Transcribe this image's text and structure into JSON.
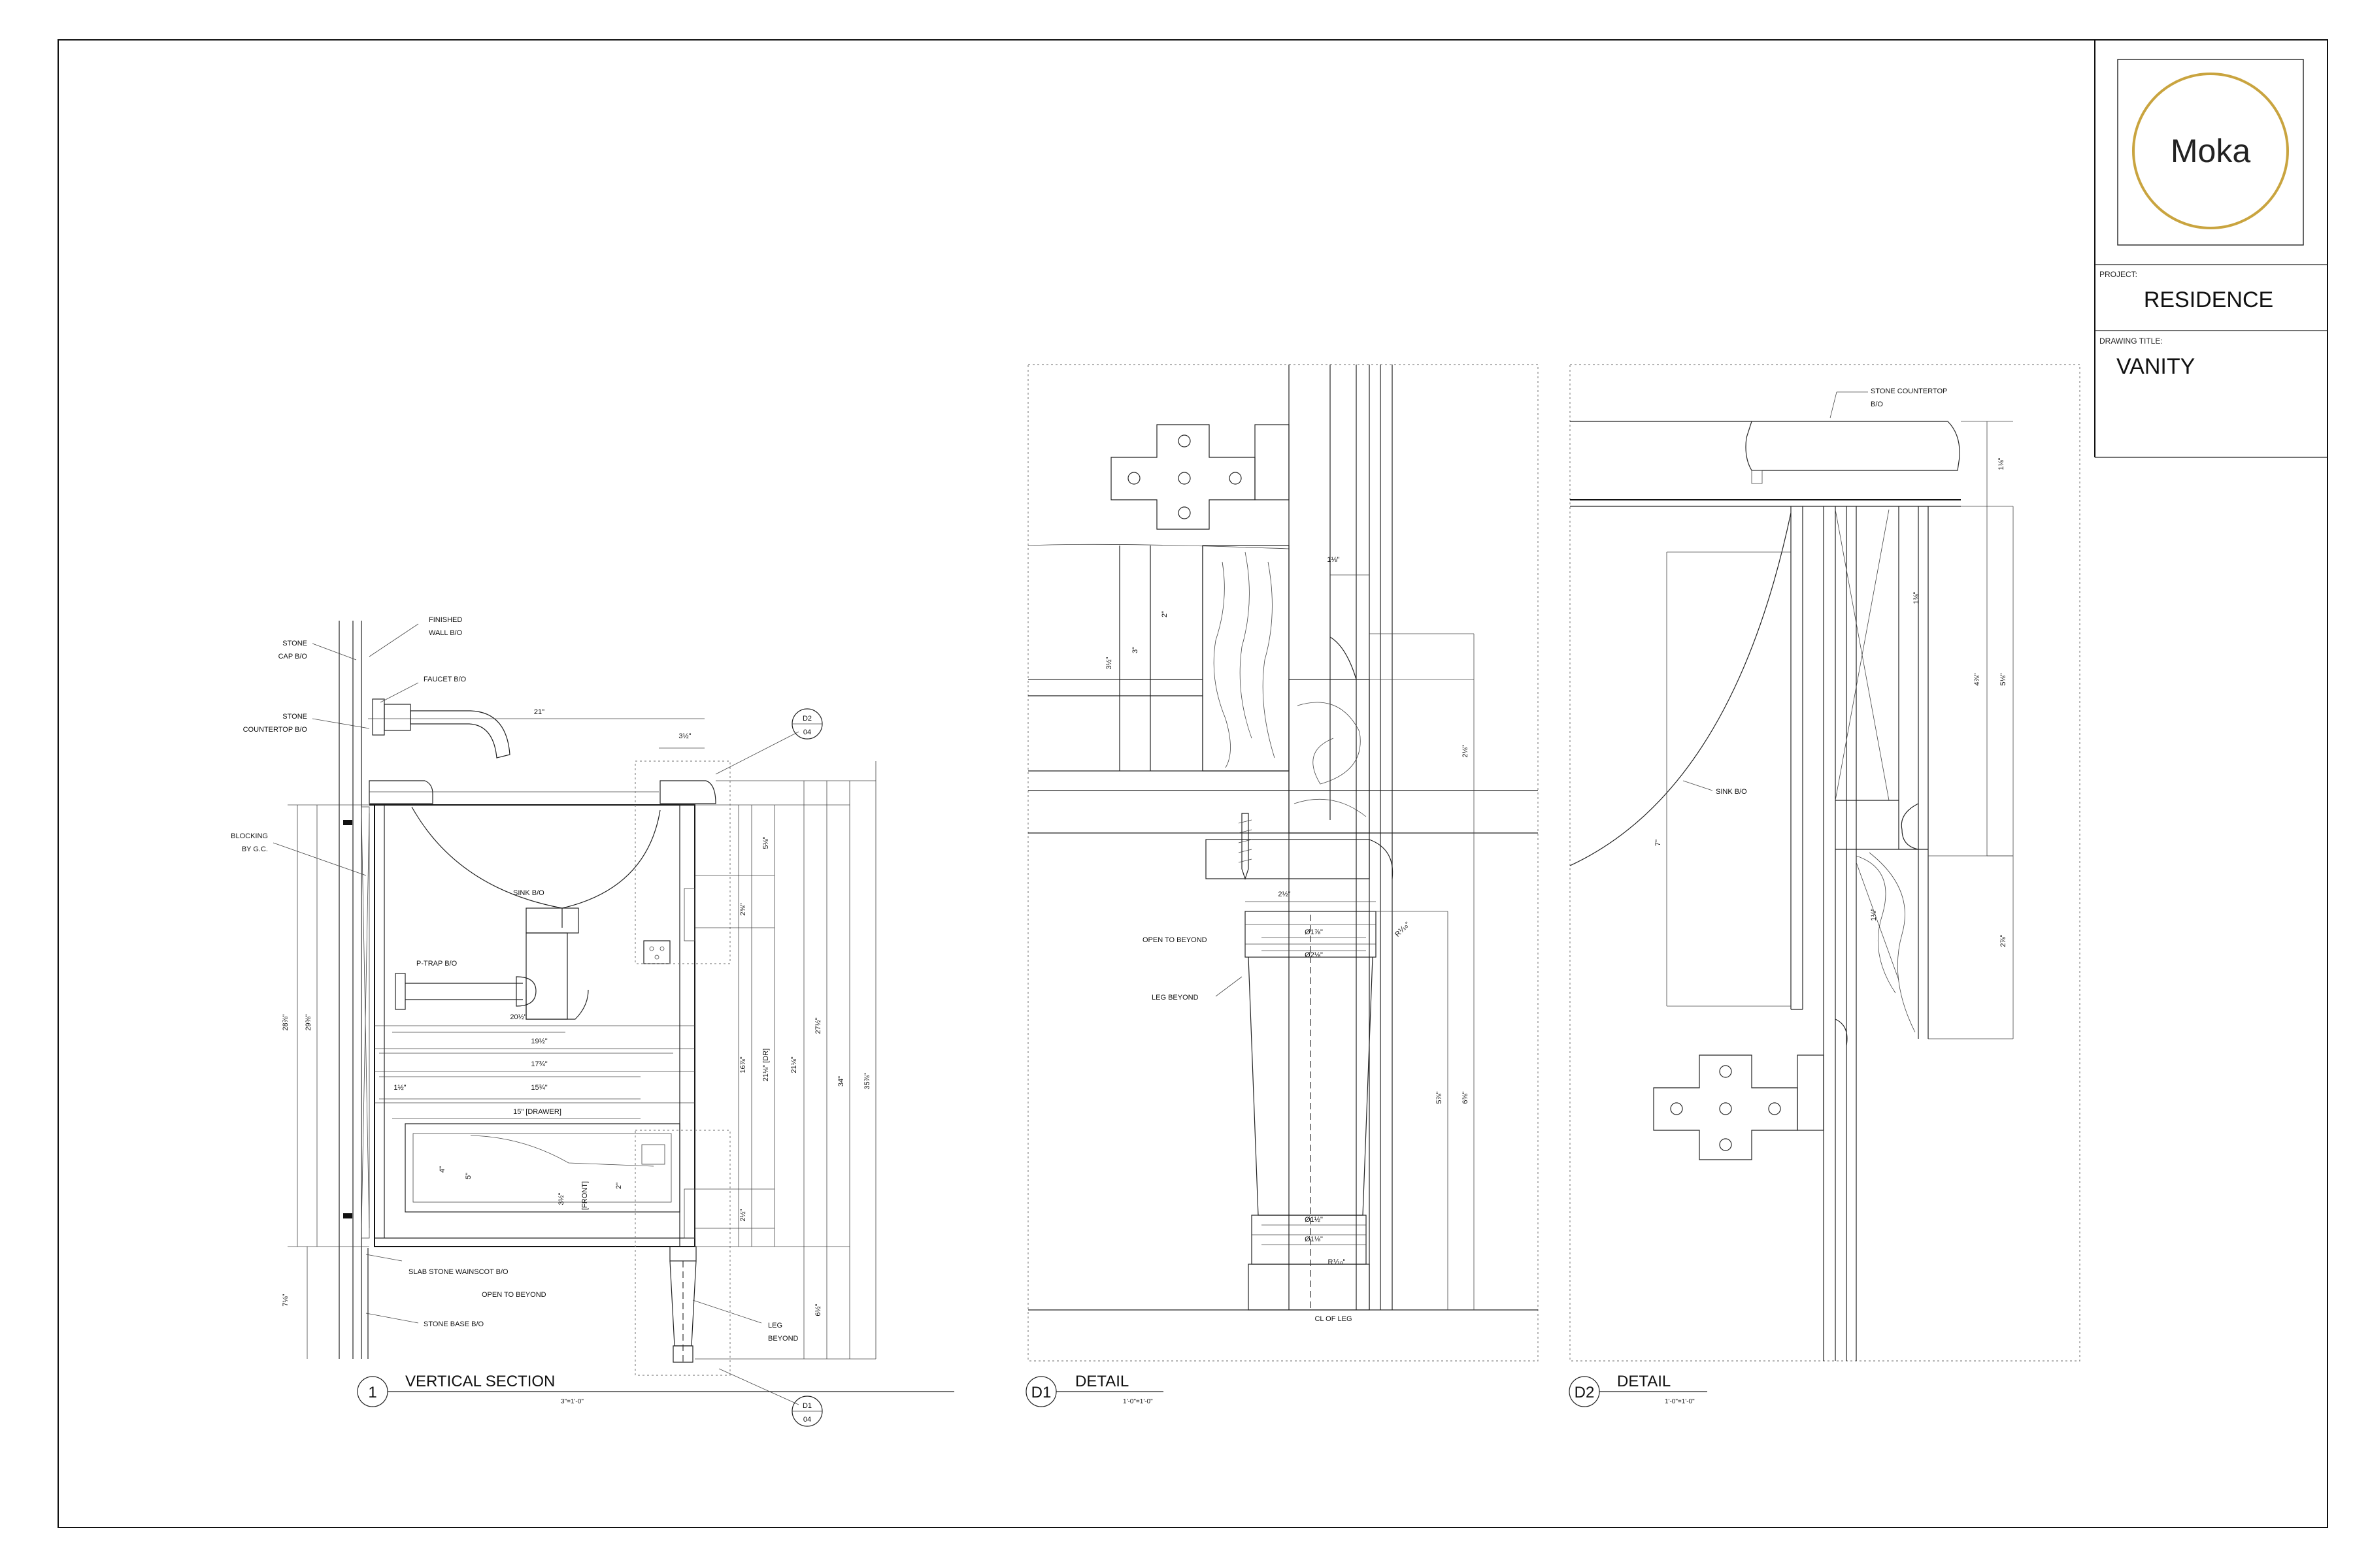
{
  "title_block": {
    "logo_text": "Moka",
    "project_label": "PROJECT:",
    "project_value": "RESIDENCE",
    "drawing_title_label": "DRAWING TITLE:",
    "drawing_title_value": "VANITY"
  },
  "views": {
    "vertical_section": {
      "number": "1",
      "title": "VERTICAL SECTION",
      "scale": "3\"=1'-0\"",
      "callouts": {
        "finished_wall": [
          "FINISHED",
          "WALL B/O"
        ],
        "stone_cap": [
          "STONE",
          "CAP B/O"
        ],
        "faucet": "FAUCET B/O",
        "stone_countertop": [
          "STONE",
          "COUNTERTOP B/O"
        ],
        "blocking": [
          "BLOCKING",
          "BY G.C."
        ],
        "sink": "SINK B/O",
        "p_trap": "P-TRAP B/O",
        "slab_wainscot": "SLAB STONE WAINSCOT B/O",
        "open_to_beyond": "OPEN TO BEYOND",
        "stone_base": "STONE BASE B/O",
        "leg_beyond": [
          "LEG",
          "BEYOND"
        ]
      },
      "dimensions": {
        "faucet_reach": "21\"",
        "trap_depth": "20½\"",
        "drawer_clear": "19½\"",
        "drawer_box": "17¾\"",
        "drawer_inner": "15¾\"",
        "drawer": "15\" [DRAWER]",
        "front_side": "1½\"",
        "front": "[FRONT]",
        "front_height": "3½\"",
        "drawer_height": "4\"",
        "drawer_height_b": "5\"",
        "drawer_bottom": "2\"",
        "cab_height_a": "28⅞\"",
        "cab_height_b": "29⅜\"",
        "dr_height": "21⅛\" [DR]",
        "dr_height_b": "21⅛\"",
        "leg_height": "16⅞\"",
        "overall_height": "34\"",
        "overall_b": "35⅞\"",
        "side_a": "27½\"",
        "top_edge": "3½\"",
        "top_side": "5⅛\"",
        "rail_a": "2⅜\"",
        "rail_b": "2½\"",
        "base_height": "7⅛\"",
        "leg_base": "6½\""
      },
      "tags": [
        {
          "id": "D2",
          "sheet": "04"
        },
        {
          "id": "D1",
          "sheet": "04"
        }
      ]
    },
    "detail_d1": {
      "number": "D1",
      "title": "DETAIL",
      "scale": "1'-0\"=1'-0\"",
      "callouts": {
        "open_to_beyond": "OPEN TO BEYOND",
        "leg_beyond": "LEG BEYOND",
        "cl_of_leg": "CL OF LEG"
      },
      "dimensions": {
        "block_width": "2½\"",
        "leg_top_dia_a": "Ø1⅞\"",
        "leg_top_dia_b": "Ø2⅛\"",
        "leg_bottom_dia_a": "Ø1½\"",
        "leg_bottom_dia_b": "Ø1⅛\"",
        "leg_radius_top": "R⅒\"",
        "leg_radius_bottom": "R⅒\"",
        "rail_width": "1⅛\"",
        "rail_height": "3\"",
        "rail_height_b": "3½\"",
        "rail_thk": "2\"",
        "side_height": "2⅛\"",
        "leg_height": "5⅞\"",
        "leg_overall": "6⅜\""
      }
    },
    "detail_d2": {
      "number": "D2",
      "title": "DETAIL",
      "scale": "1'-0\"=1'-0\"",
      "callouts": {
        "stone_countertop": [
          "STONE COUNTERTOP",
          "B/O"
        ],
        "sink": "SINK B/O"
      },
      "dimensions": {
        "top_thk": "1⅛\"",
        "sink_depth": "7\"",
        "panel_a": "4⅞\"",
        "panel_b": "5⅛\"",
        "panel_c": "2⅞\"",
        "rail_a": "1⅜\"",
        "rail_b": "1⅛\""
      }
    }
  }
}
